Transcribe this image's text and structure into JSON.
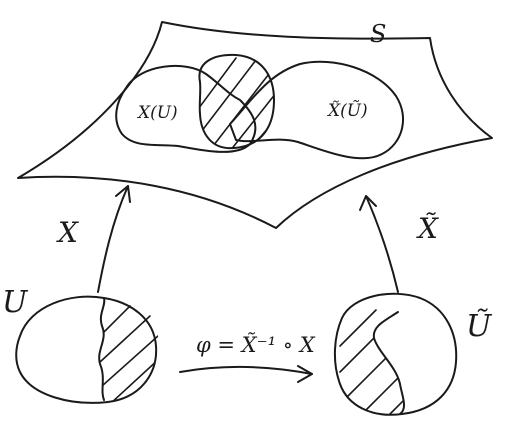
{
  "labels": {
    "surface": "S",
    "patch_x": "X(U)",
    "patch_xhat": "X̃(Ũ)",
    "map_x": "X",
    "map_xhat": "X̃",
    "domain_u": "U",
    "domain_uhat": "Ũ",
    "transition": "φ = X̃⁻¹ ∘ X"
  },
  "colors": {
    "ink": "#1a1a1a",
    "background": "#ffffff"
  }
}
